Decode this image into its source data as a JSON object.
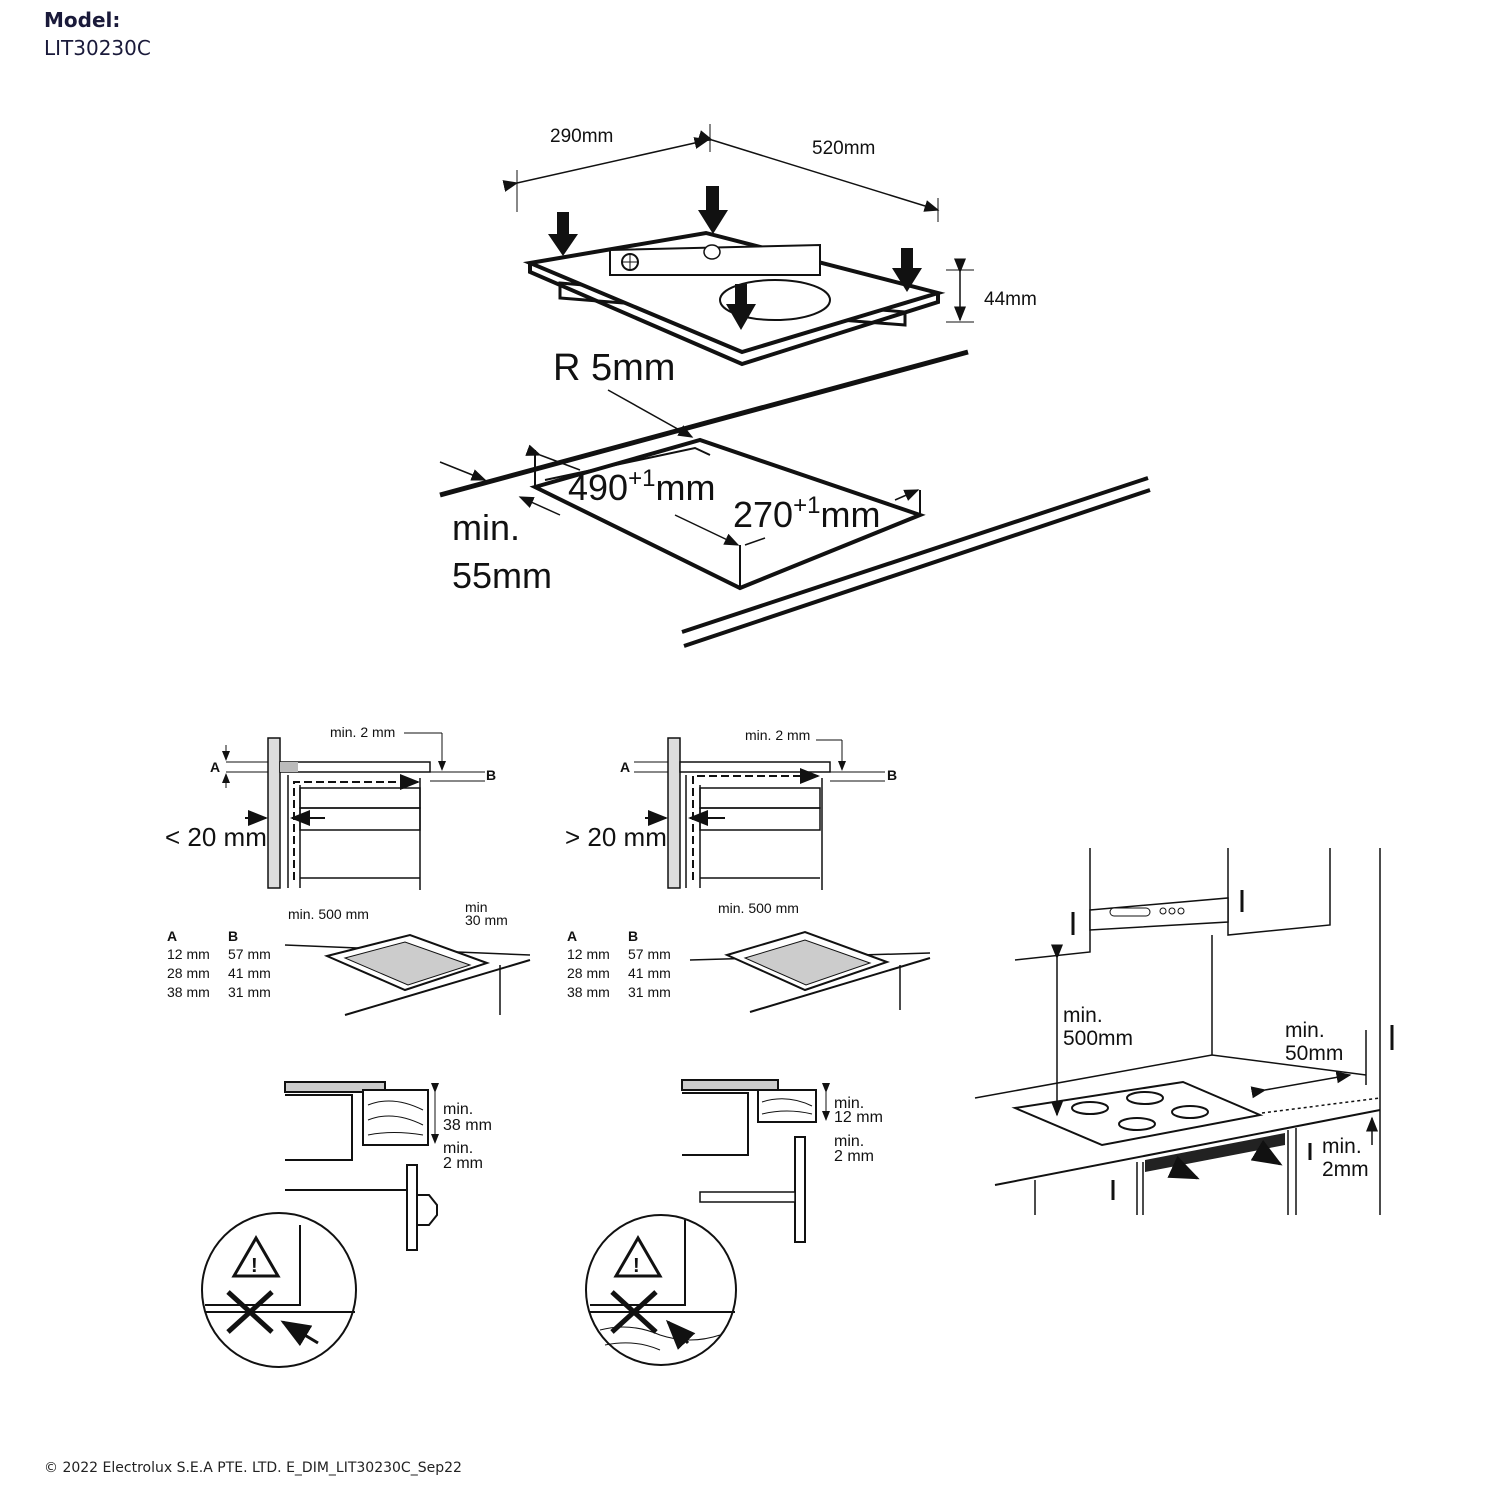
{
  "header": {
    "model_label": "Model:",
    "model_value": "LIT30230C"
  },
  "top_diagram": {
    "width_dim": "290mm",
    "depth_dim": "520mm",
    "height_dim": "44mm",
    "radius": "R 5mm",
    "cutout_width": "490",
    "cutout_width_tol": "+1",
    "cutout_depth": "270",
    "cutout_depth_tol": "+1",
    "unit": "mm",
    "min_edge_line1": "min.",
    "min_edge_line2": "55mm"
  },
  "ventilation_left": {
    "min_gap": "min. 2 mm",
    "label_a": "A",
    "label_b": "B",
    "wall_gap": "< 20 mm",
    "min_depth": "min. 500 mm",
    "min_back_line1": "min",
    "min_back_line2": "30 mm",
    "table": {
      "headers": [
        "A",
        "B"
      ],
      "rows": [
        [
          "12 mm",
          "57 mm"
        ],
        [
          "28 mm",
          "41 mm"
        ],
        [
          "38 mm",
          "31 mm"
        ]
      ]
    }
  },
  "ventilation_right": {
    "min_gap": "min. 2 mm",
    "label_a": "A",
    "label_b": "B",
    "wall_gap": "> 20 mm",
    "min_depth": "min. 500 mm",
    "table": {
      "headers": [
        "A",
        "B"
      ],
      "rows": [
        [
          "12 mm",
          "57 mm"
        ],
        [
          "28 mm",
          "41 mm"
        ],
        [
          "38 mm",
          "31 mm"
        ]
      ]
    }
  },
  "panel_left": {
    "min_thick_line1": "min.",
    "min_thick_line2": "38 mm",
    "min_gap_line1": "min.",
    "min_gap_line2": "2 mm"
  },
  "panel_right": {
    "min_thick_line1": "min.",
    "min_thick_line2": "12 mm",
    "min_gap_line1": "min.",
    "min_gap_line2": "2 mm"
  },
  "kitchen": {
    "hood_gap_line1": "min.",
    "hood_gap_line2": "500mm",
    "side_gap_line1": "min.",
    "side_gap_line2": "50mm",
    "front_gap_line1": "min.",
    "front_gap_line2": "2mm"
  },
  "footer": {
    "copyright": "© 2022 Electrolux S.E.A PTE. LTD. E_DIM_LIT30230C_Sep22"
  }
}
